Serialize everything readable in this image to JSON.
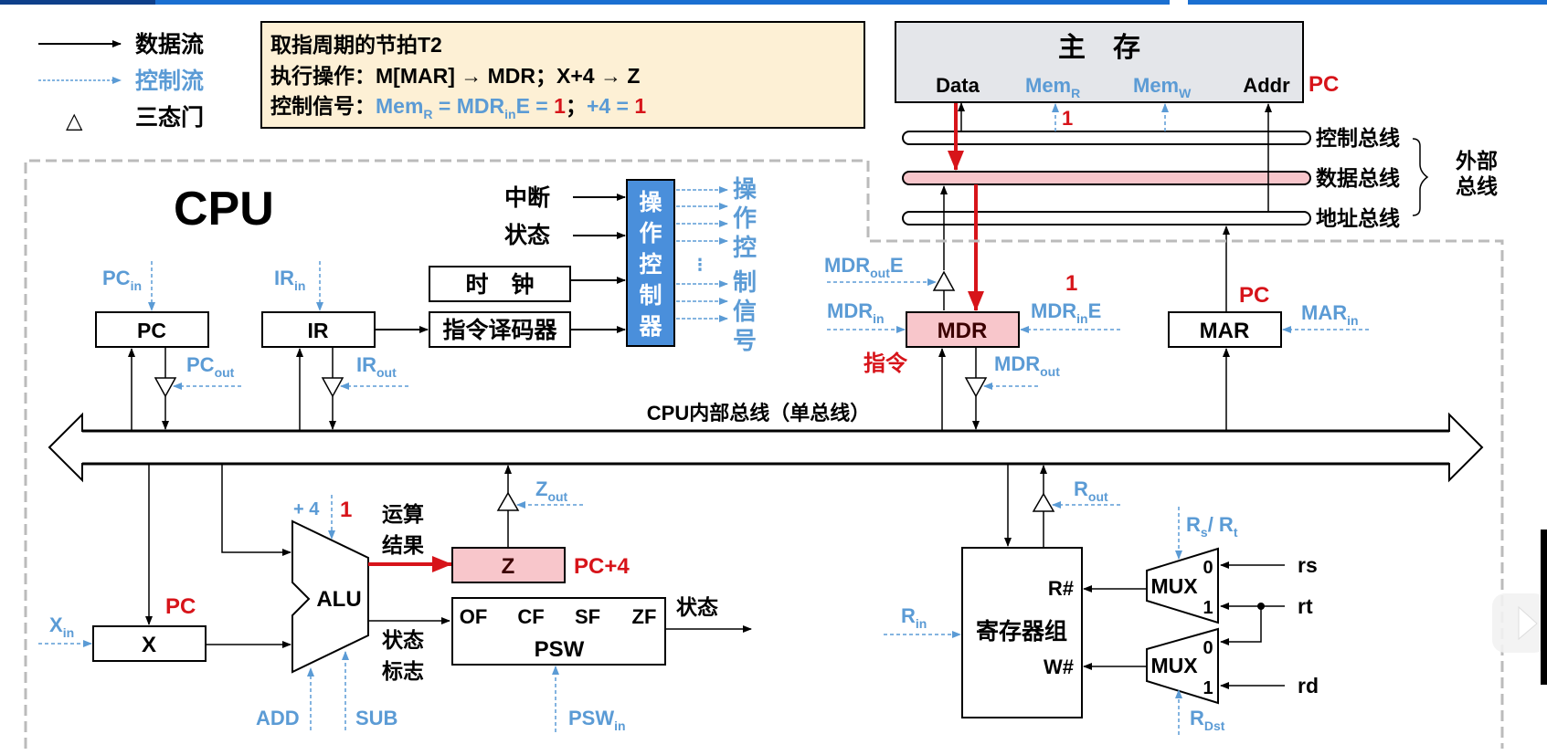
{
  "legend": {
    "data_flow": "数据流",
    "control_flow": "控制流",
    "tristate_symbol": "△",
    "tristate": "三态门"
  },
  "info_box": {
    "title": "取指周期的节拍T2",
    "op_label": "执行操作：",
    "op_text": "M[MAR] → MDR；X+4 → Z",
    "sig_label": "控制信号：",
    "sig_mem": "Mem",
    "sig_mem_sub": "R",
    "sig_mdr": " = MDR",
    "sig_mdr_sub": "in",
    "sig_e": "E = ",
    "sig_val1": "1",
    "sig_sep": "；",
    "sig_plus4": "+4 = ",
    "sig_val2": "1"
  },
  "memory": {
    "title": "主　存",
    "data": "Data",
    "memr": "Mem",
    "memr_sub": "R",
    "memw": "Mem",
    "memw_sub": "W",
    "addr": "Addr",
    "addr_value": "PC",
    "memr_value": "1"
  },
  "external_bus": {
    "control": "控制总线",
    "data": "数据总线",
    "address": "地址总线",
    "group_line1": "外部",
    "group_line2": "总线"
  },
  "cpu": {
    "title": "CPU",
    "internal_bus": "CPU内部总线（单总线）",
    "pc": {
      "label": "PC",
      "in": "PC",
      "in_sub": "in",
      "out": "PC",
      "out_sub": "out"
    },
    "ir": {
      "label": "IR",
      "in": "IR",
      "in_sub": "in",
      "out": "IR",
      "out_sub": "out"
    },
    "interrupt": "中断",
    "status_in": "状态",
    "clock": "时　钟",
    "decoder": "指令译码器",
    "controller": [
      "操",
      "作",
      "控",
      "制",
      "器"
    ],
    "ctrl_signals": [
      "操",
      "作",
      "控",
      "制",
      "信",
      "号"
    ],
    "ellipsis": "⋮",
    "mdr": {
      "label": "MDR",
      "value": "指令",
      "out_e": "MDR",
      "out_e_sub": "out",
      "out_e_suffix": "E",
      "in": "MDR",
      "in_sub": "in",
      "in_e": "MDR",
      "in_e_sub": "in",
      "in_e_suffix": "E",
      "in_e_value": "1",
      "out": "MDR",
      "out_sub": "out"
    },
    "mar": {
      "label": "MAR",
      "value": "PC",
      "in": "MAR",
      "in_sub": "in"
    },
    "x": {
      "label": "X",
      "value": "PC",
      "in": "X",
      "in_sub": "in"
    },
    "alu": {
      "label": "ALU",
      "plus4": "+ 4",
      "plus4_value": "1",
      "add": "ADD",
      "sub": "SUB"
    },
    "result_label": [
      "运算",
      "结果"
    ],
    "flags_label": [
      "状态",
      "标志"
    ],
    "z": {
      "label": "Z",
      "value": "PC+4",
      "out": "Z",
      "out_sub": "out"
    },
    "psw": {
      "label": "PSW",
      "flags": [
        "OF",
        "CF",
        "SF",
        "ZF"
      ],
      "in": "PSW",
      "in_sub": "in",
      "status_out": "状态"
    },
    "regfile": {
      "label": "寄存器组",
      "rport": "R#",
      "wport": "W#",
      "in": "R",
      "in_sub": "in",
      "out": "R",
      "out_sub": "out"
    },
    "mux1": {
      "label": "MUX",
      "in0": "0",
      "in1": "1",
      "ctrl": "R",
      "ctrl_sub": "s",
      "ctrl_mid": "/ R",
      "ctrl_sub2": "t"
    },
    "mux2": {
      "label": "MUX",
      "in0": "0",
      "in1": "1",
      "ctrl": "R",
      "ctrl_sub": "Dst"
    },
    "rs": "rs",
    "rt": "rt",
    "rd": "rd"
  },
  "colors": {
    "control_blue": "#5b9bd5",
    "highlight_red": "#d7141a",
    "highlight_pink": "#f8c6cb",
    "info_bg": "#fdf0d5",
    "memory_bg": "#e4e6ea",
    "controller_blue": "#4a8fdb",
    "banner_blue": "#1a6fd1"
  }
}
